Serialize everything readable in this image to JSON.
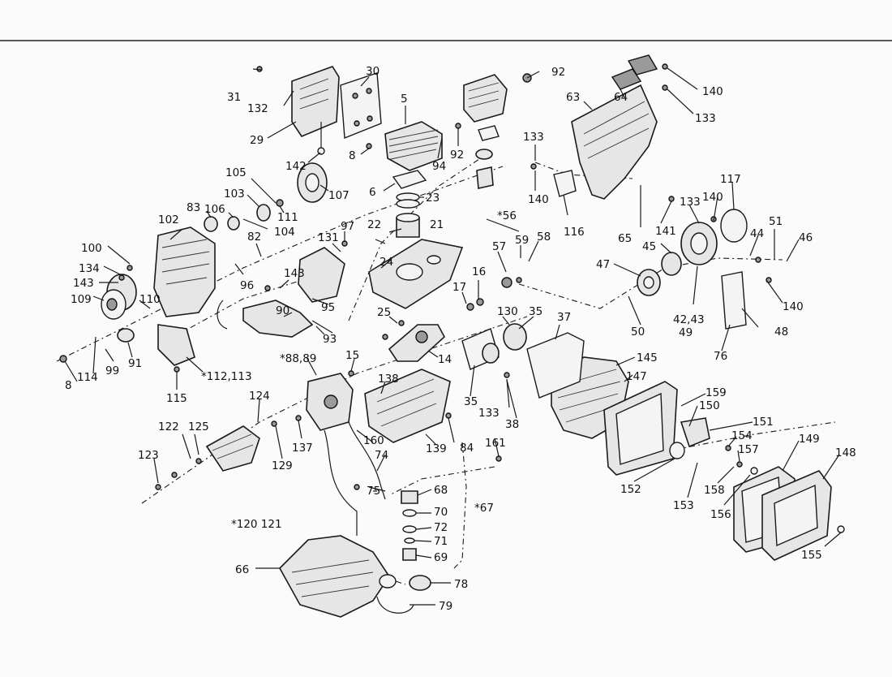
{
  "figure": {
    "type": "exploded-parts-diagram",
    "callouts": [
      {
        "label": "31"
      },
      {
        "label": "132"
      },
      {
        "label": "29"
      },
      {
        "label": "30"
      },
      {
        "label": "5"
      },
      {
        "label": "92"
      },
      {
        "label": "92"
      },
      {
        "label": "94"
      },
      {
        "label": "8"
      },
      {
        "label": "142"
      },
      {
        "label": "6"
      },
      {
        "label": "23"
      },
      {
        "label": "105"
      },
      {
        "label": "107"
      },
      {
        "label": "103"
      },
      {
        "label": "111"
      },
      {
        "label": "104"
      },
      {
        "label": "83"
      },
      {
        "label": "106"
      },
      {
        "label": "102"
      },
      {
        "label": "100"
      },
      {
        "label": "134"
      },
      {
        "label": "143"
      },
      {
        "label": "109"
      },
      {
        "label": "110"
      },
      {
        "label": "82"
      },
      {
        "label": "96"
      },
      {
        "label": "97"
      },
      {
        "label": "131"
      },
      {
        "label": "22"
      },
      {
        "label": "21"
      },
      {
        "label": "24"
      },
      {
        "label": "*56"
      },
      {
        "label": "57"
      },
      {
        "label": "59"
      },
      {
        "label": "58"
      },
      {
        "label": "116"
      },
      {
        "label": "140"
      },
      {
        "label": "133"
      },
      {
        "label": "63"
      },
      {
        "label": "64"
      },
      {
        "label": "140"
      },
      {
        "label": "133"
      },
      {
        "label": "65"
      },
      {
        "label": "141"
      },
      {
        "label": "133"
      },
      {
        "label": "140"
      },
      {
        "label": "117"
      },
      {
        "label": "45"
      },
      {
        "label": "44"
      },
      {
        "label": "51"
      },
      {
        "label": "46"
      },
      {
        "label": "47"
      },
      {
        "label": "42,43"
      },
      {
        "label": "49"
      },
      {
        "label": "50"
      },
      {
        "label": "140"
      },
      {
        "label": "48"
      },
      {
        "label": "76"
      },
      {
        "label": "16"
      },
      {
        "label": "17"
      },
      {
        "label": "143"
      },
      {
        "label": "95"
      },
      {
        "label": "90"
      },
      {
        "label": "93"
      },
      {
        "label": "25"
      },
      {
        "label": "130"
      },
      {
        "label": "35"
      },
      {
        "label": "37"
      },
      {
        "label": "14"
      },
      {
        "label": "8"
      },
      {
        "label": "114"
      },
      {
        "label": "99"
      },
      {
        "label": "91"
      },
      {
        "label": "*112,113"
      },
      {
        "label": "115"
      },
      {
        "label": "*88,89"
      },
      {
        "label": "15"
      },
      {
        "label": "138"
      },
      {
        "label": "35"
      },
      {
        "label": "133"
      },
      {
        "label": "38"
      },
      {
        "label": "145"
      },
      {
        "label": "147"
      },
      {
        "label": "159"
      },
      {
        "label": "150"
      },
      {
        "label": "151"
      },
      {
        "label": "154"
      },
      {
        "label": "157"
      },
      {
        "label": "149"
      },
      {
        "label": "148"
      },
      {
        "label": "124"
      },
      {
        "label": "122"
      },
      {
        "label": "125"
      },
      {
        "label": "123"
      },
      {
        "label": "137"
      },
      {
        "label": "129"
      },
      {
        "label": "160"
      },
      {
        "label": "139"
      },
      {
        "label": "84"
      },
      {
        "label": "161"
      },
      {
        "label": "74"
      },
      {
        "label": "75"
      },
      {
        "label": "68"
      },
      {
        "label": "70"
      },
      {
        "label": "*67"
      },
      {
        "label": "72"
      },
      {
        "label": "71"
      },
      {
        "label": "69"
      },
      {
        "label": "152"
      },
      {
        "label": "153"
      },
      {
        "label": "158"
      },
      {
        "label": "156"
      },
      {
        "label": "155"
      },
      {
        "label": "*120 121"
      },
      {
        "label": "66"
      },
      {
        "label": "78"
      },
      {
        "label": "79"
      }
    ]
  }
}
